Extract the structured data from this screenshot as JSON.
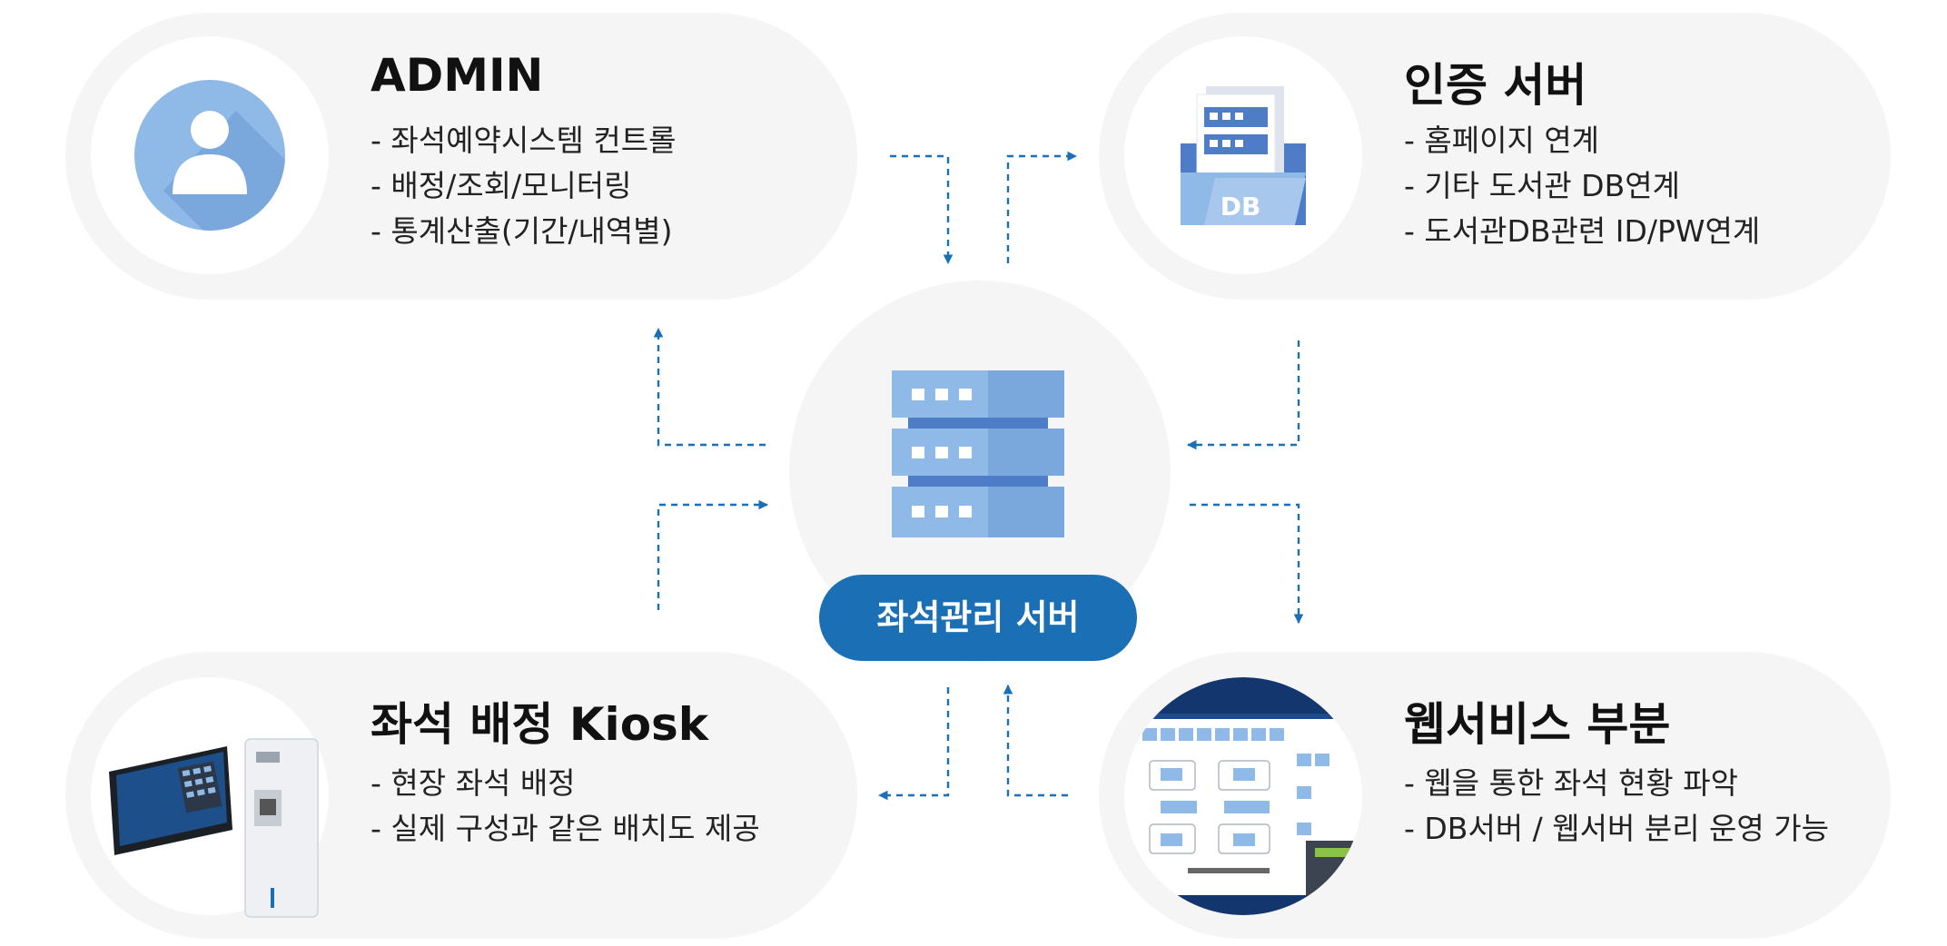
{
  "nodes": {
    "admin": {
      "title": "ADMIN",
      "items": [
        "- 좌석예약시스템 컨트롤",
        "- 배정/조회/모니터링",
        "- 통계산출(기간/내역별)"
      ],
      "icon": "user-icon"
    },
    "auth": {
      "title": "인증 서버",
      "items": [
        "- 홈페이지 연계",
        "- 기타 도서관 DB연계",
        "- 도서관DB관련 ID/PW연계"
      ],
      "icon": "db-folder-icon",
      "icon_text": "DB"
    },
    "kiosk": {
      "title": "좌석 배정 Kiosk",
      "items": [
        "- 현장 좌석 배정",
        "- 실제 구성과 같은 배치도 제공"
      ],
      "icon": "kiosk-image"
    },
    "web": {
      "title": "웹서비스 부분",
      "items": [
        "- 웹을 통한 좌석 현황 파악",
        "- DB서버 / 웹서버 분리 운영 가능"
      ],
      "icon": "web-screenshot-image"
    }
  },
  "center": {
    "label": "좌석관리 서버",
    "icon": "server-icon"
  },
  "colors": {
    "pill_bg": "#f5f5f5",
    "accent": "#1a6fb5",
    "arrow": "#1a6fb5",
    "icon_light": "#8fb9e6",
    "icon_mid": "#7aa7dc",
    "icon_dark": "#4f7cc7"
  }
}
